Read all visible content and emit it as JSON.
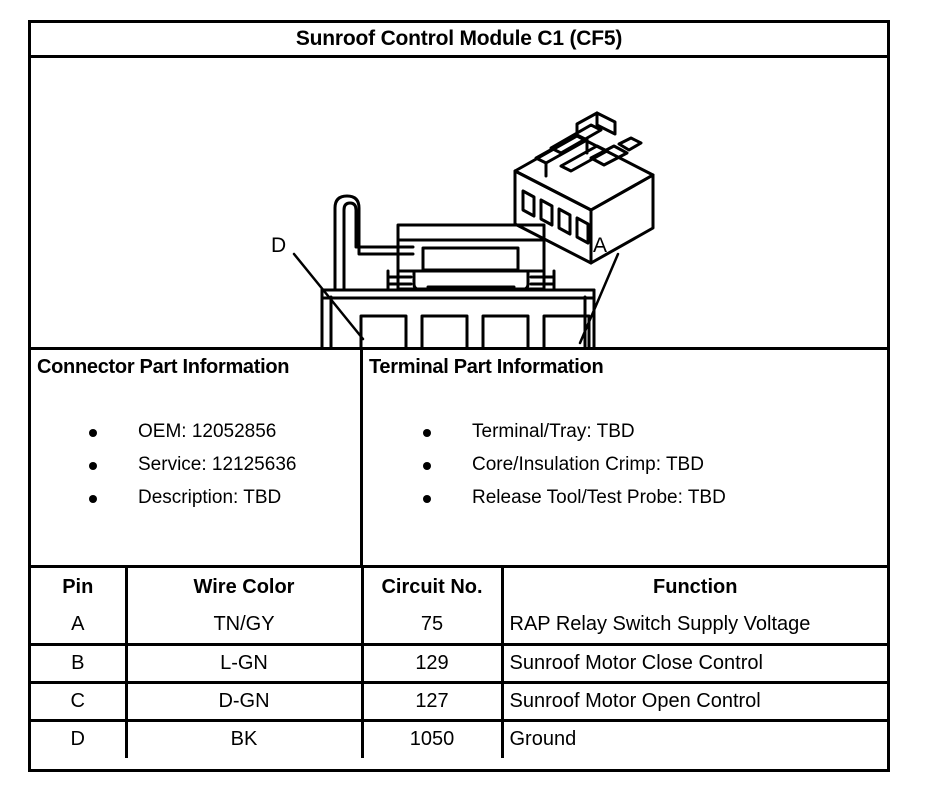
{
  "document": {
    "title": "Sunroof Control Module C1 (CF5)"
  },
  "diagram": {
    "labels": {
      "left": "D",
      "right": "A"
    },
    "cavity_count": 4,
    "views": [
      "front-view-connector",
      "isometric-view-connector"
    ]
  },
  "connector_part_information": {
    "heading": "Connector Part Information",
    "items": [
      "OEM: 12052856",
      "Service: 12125636",
      "Description: TBD"
    ]
  },
  "terminal_part_information": {
    "heading": "Terminal Part Information",
    "items": [
      "Terminal/Tray: TBD",
      "Core/Insulation Crimp: TBD",
      "Release Tool/Test Probe: TBD"
    ]
  },
  "pin_table": {
    "headers": [
      "Pin",
      "Wire Color",
      "Circuit No.",
      "Function"
    ],
    "rows": [
      {
        "pin": "A",
        "wire_color": "TN/GY",
        "circuit_no": "75",
        "function": "RAP Relay Switch Supply Voltage"
      },
      {
        "pin": "B",
        "wire_color": "L-GN",
        "circuit_no": "129",
        "function": "Sunroof Motor Close Control"
      },
      {
        "pin": "C",
        "wire_color": "D-GN",
        "circuit_no": "127",
        "function": "Sunroof Motor Open Control"
      },
      {
        "pin": "D",
        "wire_color": "BK",
        "circuit_no": "1050",
        "function": "Ground"
      }
    ]
  },
  "colors": {
    "ink": "#000000",
    "paper": "#ffffff"
  }
}
